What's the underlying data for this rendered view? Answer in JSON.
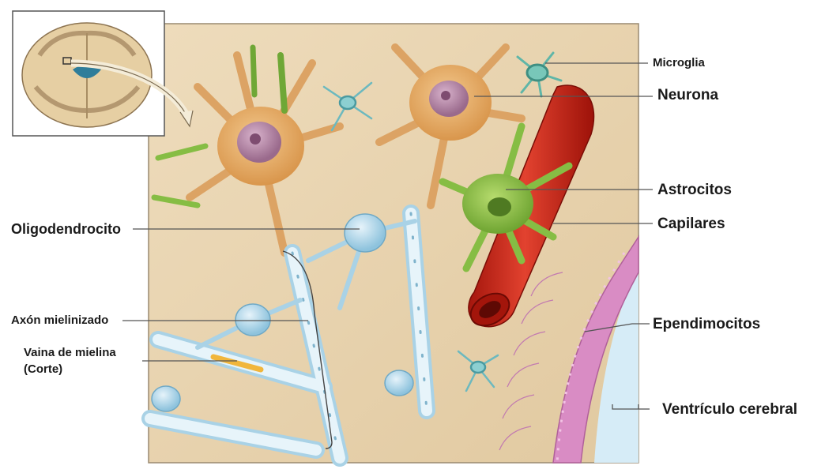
{
  "labels": {
    "microglia": "Microglia",
    "neurona": "Neurona",
    "astrocitos": "Astrocitos",
    "capilares": "Capilares",
    "oligodendrocito": "Oligodendrocito",
    "axon_mielinizado": "Axón mielinizado",
    "vaina_line1": "Vaina de mielina",
    "vaina_line2": "(Corte)",
    "ependimocitos": "Ependimocitos",
    "ventriculo": "Ventrículo cerebral"
  },
  "colors": {
    "tissue_background": "#e9d6b2",
    "neuron_body": "#e8b06a",
    "neuron_nucleus": "#b98aa8",
    "astrocyte": "#8fc24a",
    "capillary": "#d42a1c",
    "myelin": "#c9e3f0",
    "ependymal": "#d98cc4",
    "ventricle": "#d6ecf7",
    "microglia": "#5fb6a8",
    "leader_line": "#555555"
  }
}
